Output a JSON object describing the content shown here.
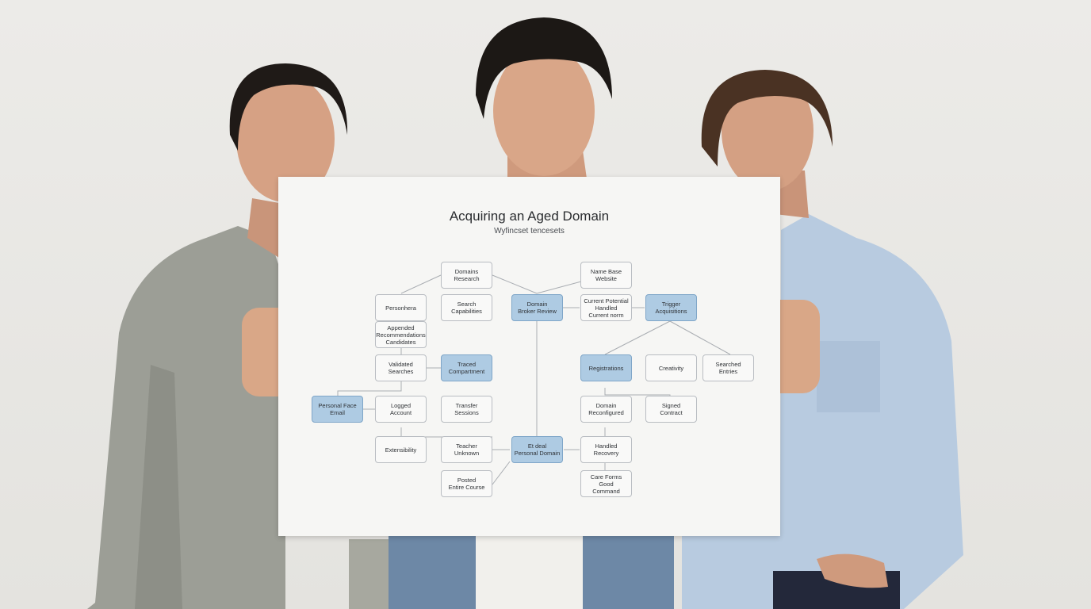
{
  "poster": {
    "title": "Acquiring an Aged Domain",
    "subtitle": "Wyfincset tencesets",
    "nodes": [
      {
        "id": "n1",
        "label": "Domains\nResearch",
        "hl": false
      },
      {
        "id": "n2",
        "label": "Name Base\nWebsite",
        "hl": false
      },
      {
        "id": "n3",
        "label": "Personhera",
        "hl": false
      },
      {
        "id": "n4",
        "label": "Search\nCapabilities",
        "hl": false
      },
      {
        "id": "n5",
        "label": "Domain\nBroker Review",
        "hl": true
      },
      {
        "id": "n6",
        "label": "Current Potential\nHandled\nCurrent norm",
        "hl": false
      },
      {
        "id": "n7",
        "label": "Trigger\nAcquisitions",
        "hl": true
      },
      {
        "id": "n8",
        "label": "Appended\nRecommendations\nCandidates",
        "hl": false
      },
      {
        "id": "n9",
        "label": "Validated\nSearches",
        "hl": false
      },
      {
        "id": "n10",
        "label": "Traced\nCompartment",
        "hl": true
      },
      {
        "id": "n11",
        "label": "Registrations",
        "hl": true
      },
      {
        "id": "n12",
        "label": "Creativity",
        "hl": false
      },
      {
        "id": "n13",
        "label": "Searched\nEntries",
        "hl": false
      },
      {
        "id": "n14",
        "label": "Personal Face\nEmail",
        "hl": true
      },
      {
        "id": "n15",
        "label": "Logged\nAccount",
        "hl": false
      },
      {
        "id": "n16",
        "label": "Transfer\nSessions",
        "hl": false
      },
      {
        "id": "n17",
        "label": "Domain\nReconfigured",
        "hl": false
      },
      {
        "id": "n18",
        "label": "Signed\nContract",
        "hl": false
      },
      {
        "id": "n19",
        "label": "Extensibility",
        "hl": false
      },
      {
        "id": "n20",
        "label": "Teacher\nUnknown",
        "hl": false
      },
      {
        "id": "n21",
        "label": "Et deal\nPersonal Domain",
        "hl": true
      },
      {
        "id": "n22",
        "label": "Handled\nRecovery",
        "hl": false
      },
      {
        "id": "n23",
        "label": "Posted\nEntire Course",
        "hl": false
      },
      {
        "id": "n24",
        "label": "Care Forms Good\nCommand",
        "hl": false
      }
    ]
  }
}
